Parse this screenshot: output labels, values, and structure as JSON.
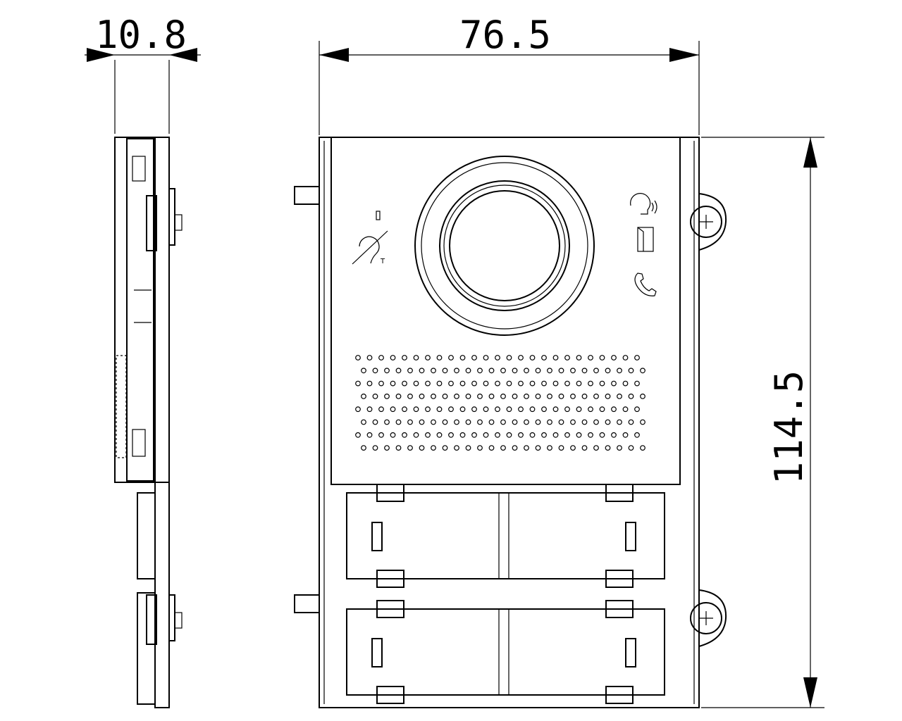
{
  "dimensions": {
    "depth": "10.8",
    "width": "76.5",
    "height": "114.5"
  },
  "views": [
    "side-view",
    "front-view"
  ],
  "icons": [
    "hearing-loop-icon",
    "speaking-icon",
    "door-open-icon",
    "phone-handset-icon",
    "screw-icon"
  ],
  "labels": {
    "hearing_loop_t": "T"
  },
  "colors": {
    "line": "#000000",
    "background": "#ffffff"
  }
}
